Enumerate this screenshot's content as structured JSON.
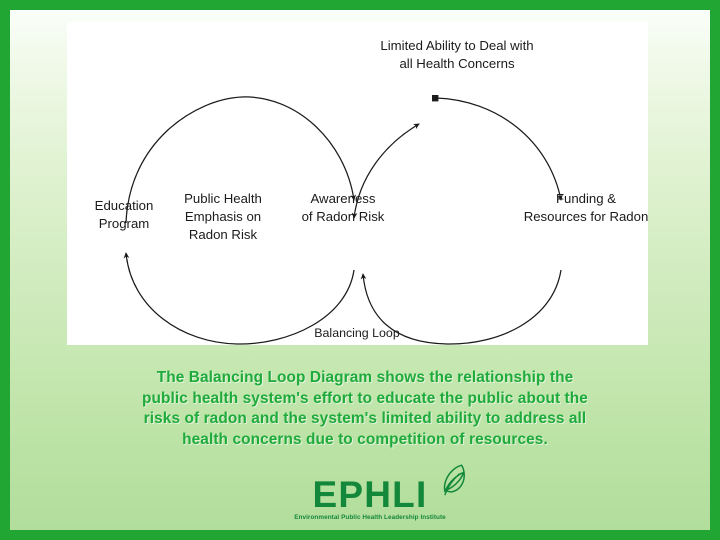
{
  "slide": {
    "border_color": "#22a633",
    "background_top_color": "#fbfefa",
    "background_bottom_color": "#b2dd9c"
  },
  "diagram": {
    "panel_background": "#ffffff",
    "stroke_color": "#1b1b1b",
    "title": "Limited Ability to Deal with all Health Concerns",
    "loop_label": "Balancing Loop",
    "nodes": [
      {
        "id": "limited-ability",
        "lines": [
          "Limited Ability to Deal with",
          "all Health Concerns"
        ]
      },
      {
        "id": "education-program",
        "lines": [
          "Education",
          "Program"
        ]
      },
      {
        "id": "public-health-emphasis",
        "lines": [
          "Public Health",
          "Emphasis on",
          "Radon Risk"
        ]
      },
      {
        "id": "awareness-radon-risk",
        "lines": [
          "Awareness",
          "of Radon Risk"
        ]
      },
      {
        "id": "funding-resources",
        "lines": [
          "Funding &",
          "Resources for Radon"
        ]
      }
    ]
  },
  "caption": {
    "color": "#1faa3c",
    "lines": [
      "The Balancing Loop Diagram shows the relationship the",
      "public health system's effort to educate the public about the",
      "risks of radon and the system's limited ability to address all",
      "health concerns due to competition of resources."
    ]
  },
  "logo": {
    "wordmark": "EPHLI",
    "tagline": "Environmental Public Health Leadership Institute",
    "color": "#14883a",
    "icon": "quill-feather-icon"
  }
}
